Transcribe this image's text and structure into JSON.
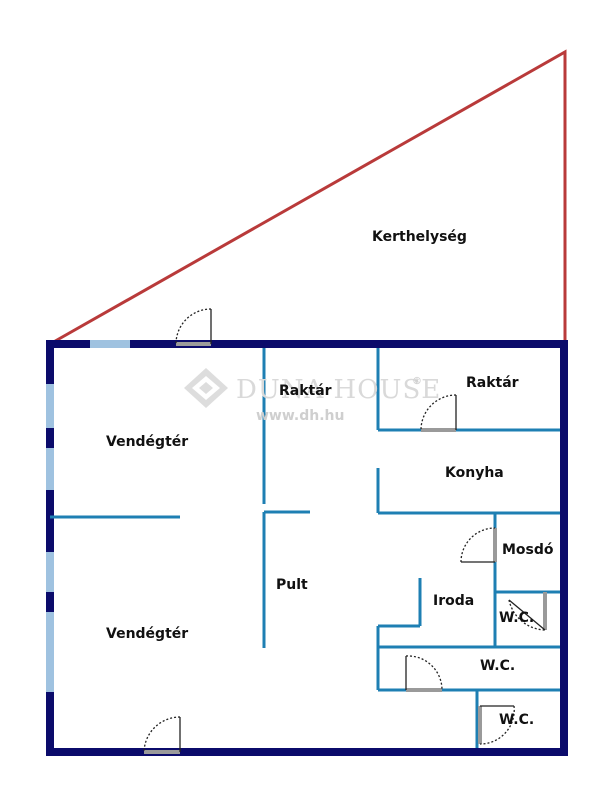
{
  "watermark": {
    "brand": "DUNA HOUSE",
    "registered": "®",
    "url": "www.dh.hu",
    "logo_icon": "diamond-logo-icon"
  },
  "rooms": {
    "garden": "Kerthelység",
    "storage_left": "Raktár",
    "storage_right": "Raktár",
    "guest_area_top": "Vendégtér",
    "guest_area_bottom": "Vendégtér",
    "kitchen": "Konyha",
    "washroom": "Mosdó",
    "counter": "Pult",
    "office": "Iroda",
    "wc_small": "W.C.",
    "wc_middle": "W.C.",
    "wc_bottom": "W.C."
  },
  "colors": {
    "outer_wall": "#0b0b6b",
    "inner_wall": "#1e7fb3",
    "garden_boundary": "#b93a3a",
    "window": "#9fc2e0"
  }
}
